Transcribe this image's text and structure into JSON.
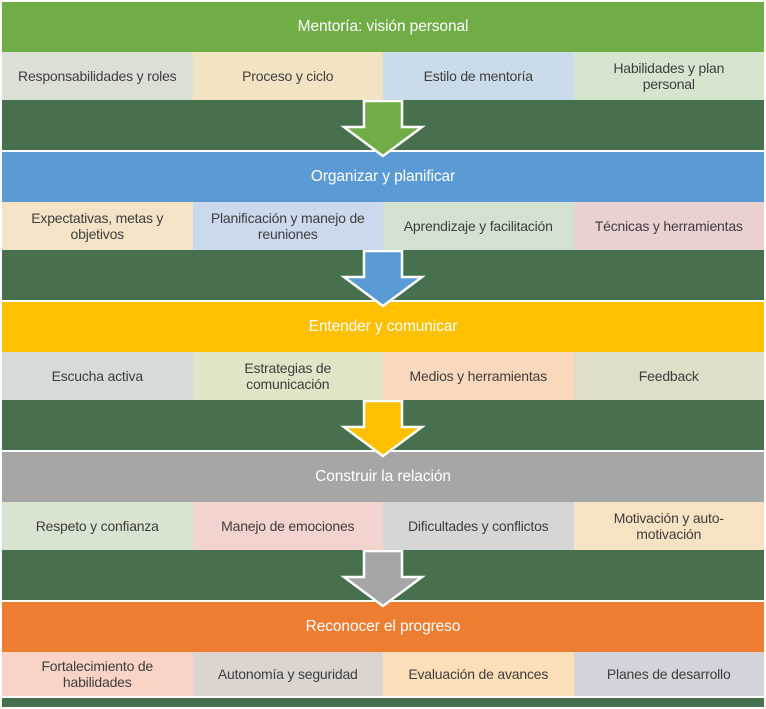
{
  "diagram": {
    "stages": [
      {
        "title": "Mentoría: visión personal",
        "header_color": "#70AD47",
        "arrow_color": "#70AD47",
        "items": [
          {
            "label": "Responsabilidades y roles",
            "bg": "#DBE0D7"
          },
          {
            "label": "Proceso y ciclo",
            "bg": "#F2E4C2"
          },
          {
            "label": "Estilo de mentoría",
            "bg": "#CADCE9"
          },
          {
            "label": "Habilidades y plan personal",
            "bg": "#D6E5CE"
          }
        ]
      },
      {
        "title": "Organizar y planificar",
        "header_color": "#5B9BD5",
        "arrow_color": "#5B9BD5",
        "items": [
          {
            "label": "Expectativas, metas y objetivos",
            "bg": "#F4E3C4"
          },
          {
            "label": "Planificación y manejo de reuniones",
            "bg": "#CBD9EE"
          },
          {
            "label": "Aprendizaje y facilitación",
            "bg": "#D3E2D0"
          },
          {
            "label": "Técnicas y herramientas",
            "bg": "#EAD0D0"
          }
        ]
      },
      {
        "title": "Entender y comunicar",
        "header_color": "#FFC000",
        "arrow_color": "#FFC000",
        "items": [
          {
            "label": "Escucha activa",
            "bg": "#D5DADA"
          },
          {
            "label": "Estrategias de comunicación",
            "bg": "#E0E5C7"
          },
          {
            "label": "Medios y herramientas",
            "bg": "#F9D8BD"
          },
          {
            "label": "Feedback",
            "bg": "#E0DDC9"
          }
        ]
      },
      {
        "title": "Construir la relación",
        "header_color": "#A6A6A6",
        "arrow_color": "#A6A6A6",
        "items": [
          {
            "label": "Respeto y confianza",
            "bg": "#D8E4D0"
          },
          {
            "label": "Manejo de emociones",
            "bg": "#F2D3CD"
          },
          {
            "label": "Dificultades y conflictos",
            "bg": "#D6D6D6"
          },
          {
            "label": "Motivación y auto-motivación",
            "bg": "#F7E3C4"
          }
        ]
      },
      {
        "title": "Reconocer el progreso",
        "header_color": "#ED7D31",
        "arrow_color": null,
        "items": [
          {
            "label": "Fortalecimiento de habilidades",
            "bg": "#F9D3C5"
          },
          {
            "label": "Autonomía y seguridad",
            "bg": "#DCD4CF"
          },
          {
            "label": "Evaluación de avances",
            "bg": "#FCDEB8"
          },
          {
            "label": "Planes de desarrollo",
            "bg": "#D3D3DC"
          }
        ]
      }
    ],
    "colors": {
      "band_background": "#47704F",
      "frame_background": "#FFFFFF",
      "header_text": "#FFFFFF",
      "item_text": "#3E3E3E",
      "arrow_outline": "#FFFFFF"
    }
  }
}
